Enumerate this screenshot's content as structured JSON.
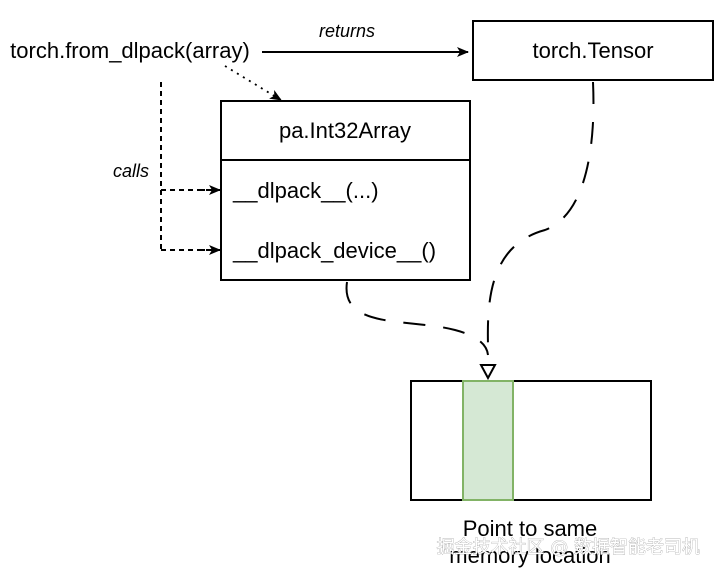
{
  "nodes": {
    "call_expression": "torch.from_dlpack(array)",
    "tensor": "torch.Tensor",
    "array_class": "pa.Int32Array",
    "method_dlpack": "__dlpack__(...)",
    "method_dlpack_device": "__dlpack_device__()",
    "memory_caption_line1": "Point to same",
    "memory_caption_line2": "memory location"
  },
  "edge_labels": {
    "returns": "returns",
    "calls": "calls"
  },
  "colors": {
    "memory_block_fill": "#d5e8d4",
    "memory_block_stroke": "#82b366",
    "line": "#000000"
  },
  "watermark": "掘金技术社区 @ 数据智能老司机"
}
